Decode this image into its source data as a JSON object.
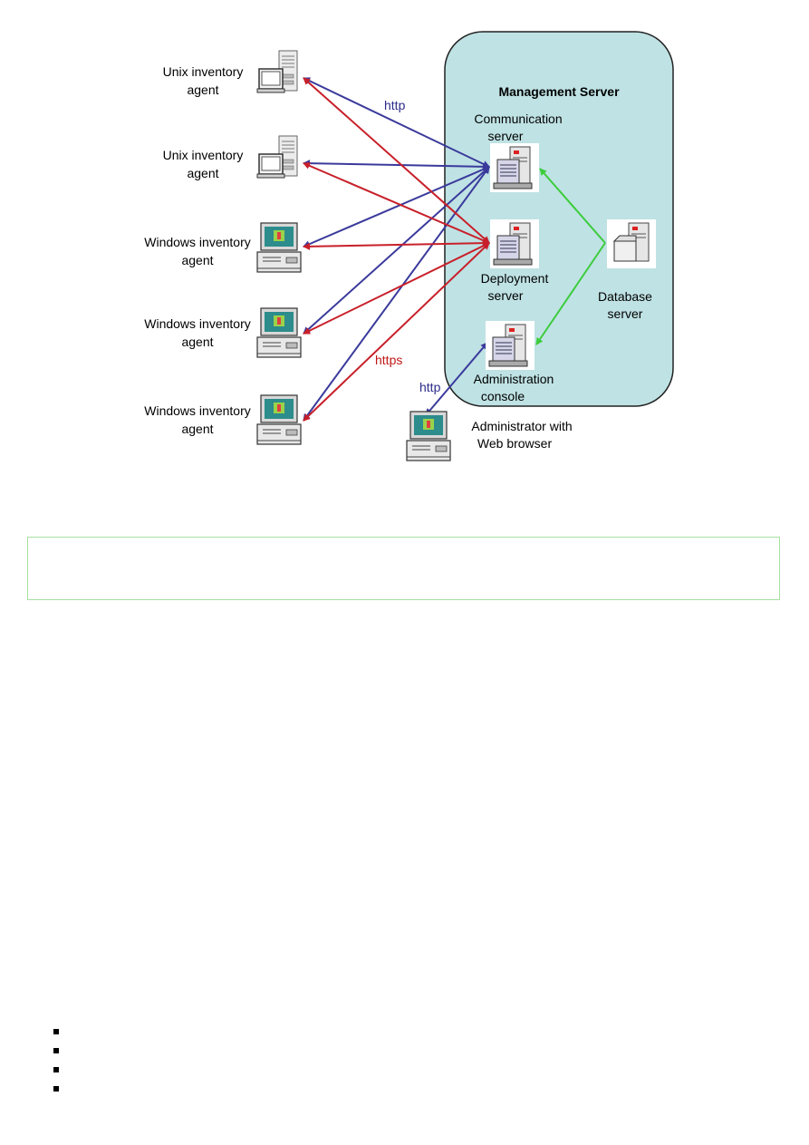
{
  "diagram": {
    "management_server_title": "Management Server",
    "agents": [
      {
        "type": "unix",
        "line1": "Unix  inventory",
        "line2": "agent",
        "icon": "server-icon"
      },
      {
        "type": "unix",
        "line1": "Unix  inventory",
        "line2": "agent",
        "icon": "server-icon"
      },
      {
        "type": "windows",
        "line1": "Windows  inventory",
        "line2": "agent",
        "icon": "desktop-computer-icon"
      },
      {
        "type": "windows",
        "line1": "Windows  inventory",
        "line2": "agent",
        "icon": "desktop-computer-icon"
      },
      {
        "type": "windows",
        "line1": "Windows  inventory",
        "line2": "agent",
        "icon": "desktop-computer-icon"
      }
    ],
    "communication_server": {
      "line1": "Communication",
      "line2": "server",
      "icon": "server-icon"
    },
    "deployment_server": {
      "line1": "Deployment",
      "line2": "server",
      "icon": "server-icon"
    },
    "administration_console": {
      "line1": "Administration",
      "line2": "console",
      "icon": "server-icon"
    },
    "database_server": {
      "line1": "Database",
      "line2": "server",
      "icon": "database-server-icon"
    },
    "administrator": {
      "line1": "Administrator with",
      "line2": "Web browser",
      "icon": "desktop-computer-icon"
    },
    "protocol_http": "http",
    "protocol_https": "https",
    "protocol_http_admin": "http",
    "colors": {
      "http_arrow": "#3a3a9c",
      "https_arrow": "#c8202a",
      "internal_arrow": "#3ccc3c",
      "management_panel": "#bfe2e4",
      "note_border": "#a6e0a0"
    }
  },
  "bullets": [
    "",
    "",
    "",
    ""
  ]
}
